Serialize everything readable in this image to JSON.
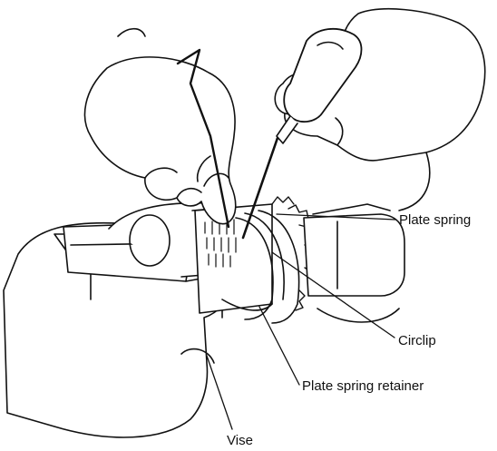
{
  "figure": {
    "labels": {
      "plate_spring": "Plate spring",
      "circlip": "Circlip",
      "plate_spring_retainer": "Plate spring retainer",
      "vise": "Vise"
    },
    "parts_shown": [
      "hand-icon",
      "screwdriver-icon",
      "pick-tool-icon",
      "gear-icon",
      "vise-jaw-icon",
      "vise-jaw-cover-icon"
    ],
    "line_color": "#111111",
    "background_color": "#ffffff"
  }
}
